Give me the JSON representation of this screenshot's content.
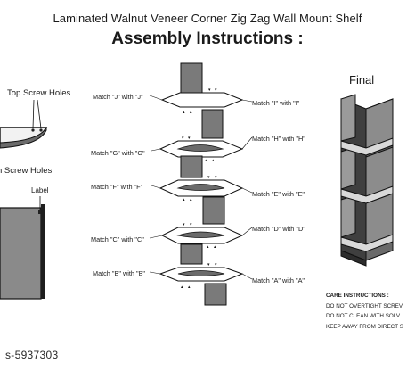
{
  "title": "Laminated Walnut Veneer Corner Zig Zag Wall Mount Shelf",
  "heading": "Assembly Instructions :",
  "left": {
    "top_screw_holes": "Top Screw Holes",
    "screw_holes": "n Screw Holes",
    "label": "Label"
  },
  "final_label": "Final",
  "match_left": [
    "Match \"J\" with \"J\"",
    "Match \"G\" with \"G\"",
    "Match \"F\" with \"F\"",
    "Match \"C\" with \"C\"",
    "Match \"B\" with \"B\""
  ],
  "match_right": [
    "Match \"I\" with \"I\"",
    "Match \"H\" with \"H\"",
    "Match \"E\" with \"E\"",
    "Match \"D\" with \"D\"",
    "Match \"A\" with \"A\""
  ],
  "care": {
    "title": "CARE INSTRUCTIONS :",
    "lines": [
      "DO NOT OVERTIGHT SCREV",
      "DO NOT CLEAN WITH SOLV",
      "KEEP AWAY FROM DIRECT S"
    ]
  },
  "watermark": "s-5937303",
  "colors": {
    "panel": "#6f6f6f",
    "panel_light": "#9c9c9c",
    "panel_dark": "#3c3c3c",
    "outline": "#111111"
  }
}
